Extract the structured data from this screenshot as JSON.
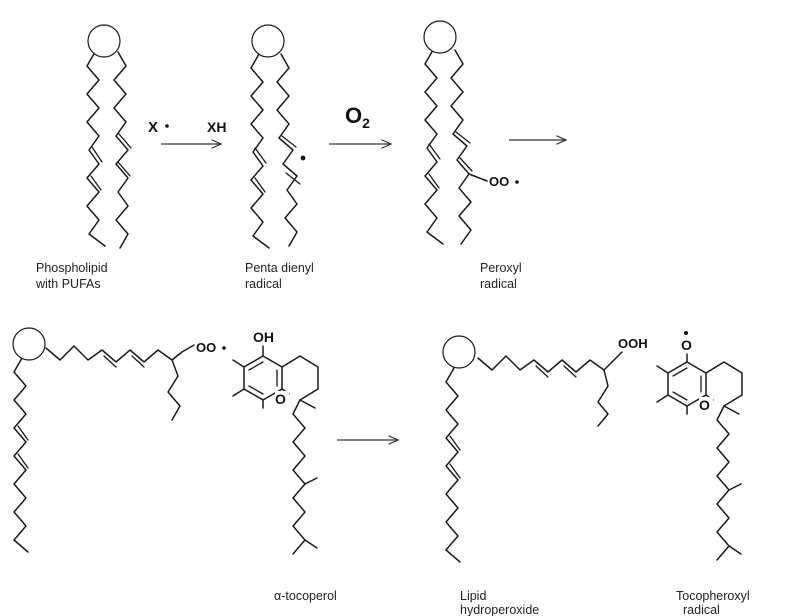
{
  "colors": {
    "head_fill": "#f5dd79",
    "line": "#1a1a1a"
  },
  "reagents": {
    "x_radical": "X",
    "xh": "XH",
    "oxygen": "O",
    "oxygen_subscript": "2"
  },
  "groups": {
    "peroxyl": "OO",
    "peroxyl_row2": "OO",
    "hydroperoxide": "OOH",
    "hydroxyl": "OH",
    "ring_oxygen": "O",
    "ring_oxygen_2": "O",
    "radical_oxygen": "O"
  },
  "labels": {
    "phospholipid_line1": "Phospholipid",
    "phospholipid_line2": "with PUFAs",
    "pentadienyl_line1": "Penta dienyl",
    "pentadienyl_line2": "radical",
    "peroxyl_line1": "Peroxyl",
    "peroxyl_line2": "radical",
    "tocopherol": "α-tocoperol",
    "hydroperoxide_line1": "Lipid",
    "hydroperoxide_line2": "hydroperoxide",
    "tocopheroxyl_line1": "Tocopheroxyl",
    "tocopheroxyl_line2": "radical"
  }
}
